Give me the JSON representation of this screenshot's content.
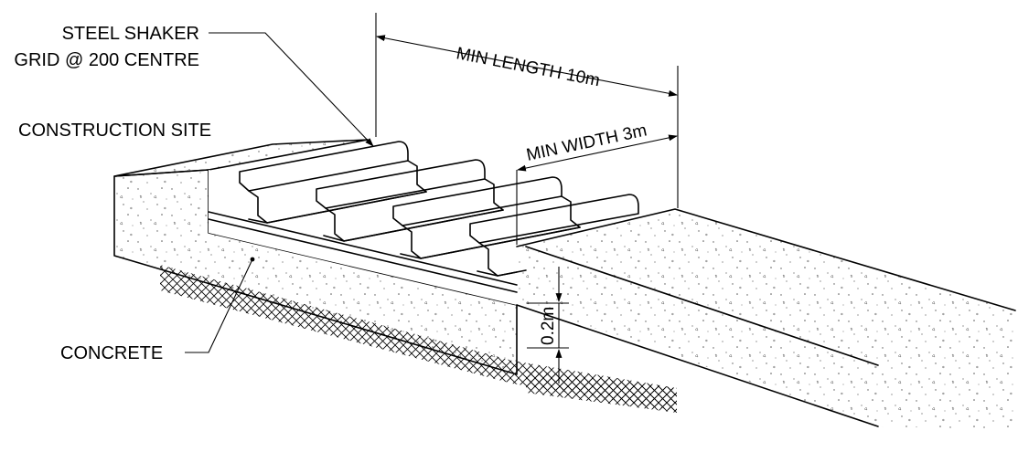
{
  "labels": {
    "steel_shaker_line1": "STEEL SHAKER",
    "steel_shaker_line2": "GRID @ 200 CENTRE",
    "construction_site": "CONSTRUCTION SITE",
    "concrete": "CONCRETE"
  },
  "dimensions": {
    "min_length": "MIN LENGTH 10m",
    "min_width": "MIN WIDTH 3m",
    "depth": "0.2m"
  },
  "colors": {
    "line": "#000000",
    "background": "#ffffff",
    "speckle": "#555555"
  }
}
